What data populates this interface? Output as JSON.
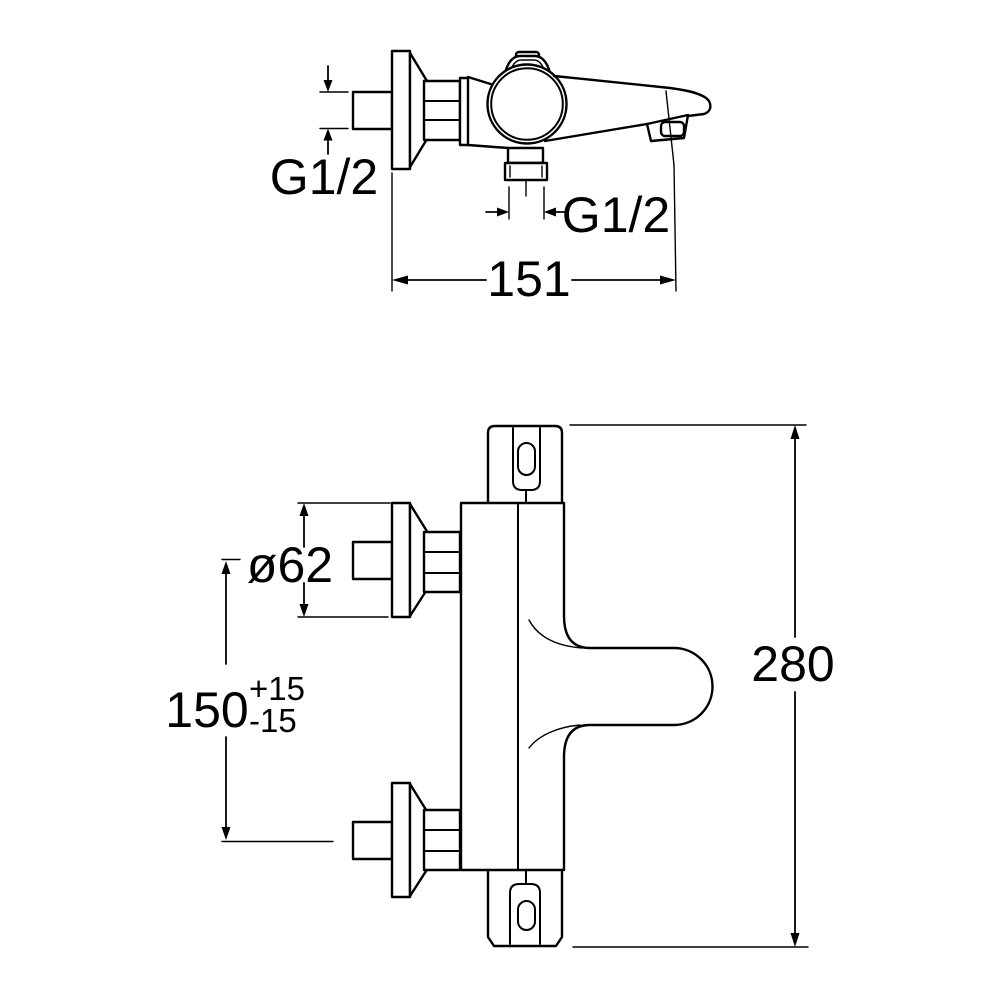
{
  "colors": {
    "line": "#000000",
    "background": "#ffffff"
  },
  "side_view": {
    "labels": {
      "inlet_thread": "G1/2",
      "outlet_thread": "G1/2",
      "spout_projection": "151"
    }
  },
  "front_view": {
    "labels": {
      "flange_diameter": "ø62",
      "inlet_spacing": "150",
      "tolerance_plus": "+15",
      "tolerance_minus": "-15",
      "overall_height": "280"
    }
  }
}
